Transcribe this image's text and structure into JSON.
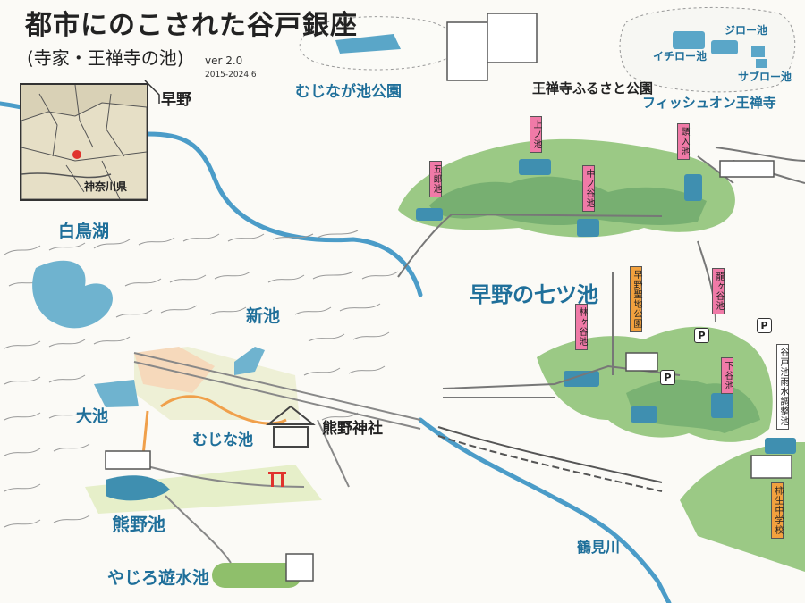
{
  "title": "都市にのこされた谷戸銀座",
  "subtitle": "(寺家・王禅寺の池)",
  "version": "ver 2.0",
  "date_range": "2015-2024.6",
  "inset": {
    "prefecture_label": "神奈川県",
    "pointer_label": "早野"
  },
  "places": {
    "mujinaga_park": "むじなが池公園",
    "jiro_pond": "ジロー池",
    "ichiro_pond": "イチロー池",
    "saburo_pond": "サブロー池",
    "ozenji_furusato_park": "王禅寺ふるさと公園",
    "fishing_ozenji": "フィッシュオン王禅寺",
    "hakucho_lake": "白鳥湖",
    "shin_pond": "新池",
    "o_pond": "大池",
    "mujina_pond": "むじな池",
    "kumano_shrine": "熊野神社",
    "kumano_pond": "熊野池",
    "yajiro_pond": "やじろ遊水池",
    "hayano_seven_ponds": "早野の七ツ池",
    "tsurumi_river": "鶴見川"
  },
  "tags": {
    "kami_pond": "上ノ池",
    "goro_pond": "五郎池",
    "naka_pond": "中ノ谷池",
    "iriiri_pond": "頭入池",
    "hayashi_pond": "林ヶ谷池",
    "hayano_park": "早野聖地公園",
    "ryuga_pond": "龍ヶ谷池",
    "shimo_pond": "下谷池",
    "yato_detention": "谷戸池雨水調整池",
    "school": "柿生中学校"
  },
  "parking": [
    "P",
    "P",
    "P"
  ],
  "colors": {
    "water": "#6fb3cf",
    "river": "#4b9cc8",
    "forest": "#9bc985",
    "forest_dark": "#5f9f64",
    "label_blue": "#1f6f9a",
    "tag_pink": "#f07aa7",
    "tag_orange": "#f2a13e",
    "path_orange": "#f0a04b",
    "torii_red": "#e0332c"
  }
}
